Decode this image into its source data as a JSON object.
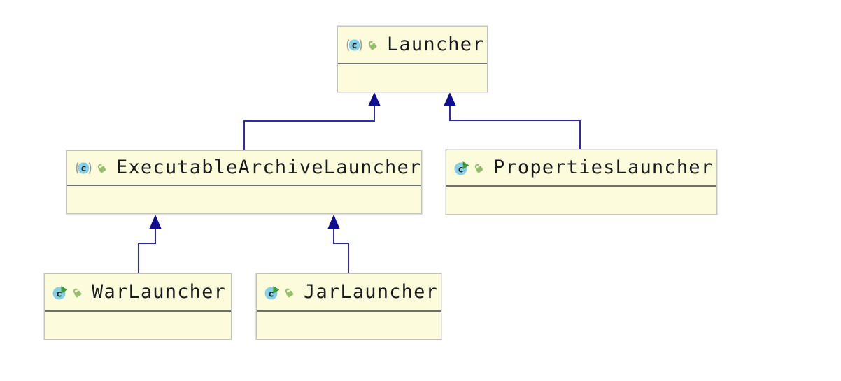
{
  "diagram": {
    "title": "Launcher class hierarchy",
    "kind": "uml-class-diagram",
    "classes": [
      {
        "id": "launcher",
        "name": "Launcher",
        "kind": "abstract-class",
        "icons": [
          "abstract-class-icon",
          "unlocked-icon"
        ],
        "members": []
      },
      {
        "id": "executable-archive-launcher",
        "name": "ExecutableArchiveLauncher",
        "kind": "abstract-class",
        "icons": [
          "abstract-class-icon",
          "unlocked-icon"
        ],
        "members": []
      },
      {
        "id": "properties-launcher",
        "name": "PropertiesLauncher",
        "kind": "runnable-class",
        "icons": [
          "runnable-class-icon",
          "unlocked-icon"
        ],
        "members": []
      },
      {
        "id": "war-launcher",
        "name": "WarLauncher",
        "kind": "runnable-class",
        "icons": [
          "runnable-class-icon",
          "unlocked-icon"
        ],
        "members": []
      },
      {
        "id": "jar-launcher",
        "name": "JarLauncher",
        "kind": "runnable-class",
        "icons": [
          "runnable-class-icon",
          "unlocked-icon"
        ],
        "members": []
      }
    ],
    "relations": [
      {
        "from": "ExecutableArchiveLauncher",
        "to": "Launcher",
        "type": "inheritance"
      },
      {
        "from": "PropertiesLauncher",
        "to": "Launcher",
        "type": "inheritance"
      },
      {
        "from": "WarLauncher",
        "to": "ExecutableArchiveLauncher",
        "type": "inheritance"
      },
      {
        "from": "JarLauncher",
        "to": "ExecutableArchiveLauncher",
        "type": "inheritance"
      }
    ],
    "icons": {
      "class_letter": "c"
    },
    "colors": {
      "node_fill": "#fcfcdc",
      "node_border": "#c2c2c2",
      "separator": "#6f6f6f",
      "edge_line": "#2c2ca6",
      "edge_arrow": "#0e0e8e",
      "class_circle_blue": "#85cee4",
      "run_arrow_green": "#3f9b39",
      "lock_green": "#96be6e",
      "paren_gray": "#9aa0a6",
      "text": "#1a1a1a",
      "background": "#ffffff"
    }
  }
}
